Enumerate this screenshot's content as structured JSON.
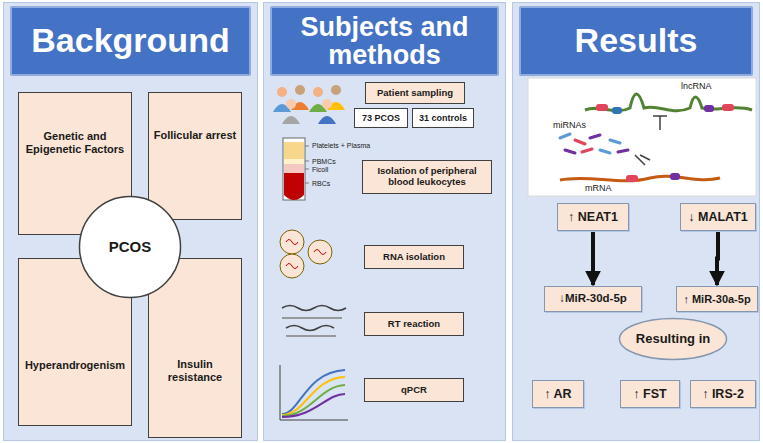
{
  "diagram": {
    "nodes": [
      {
        "text": [
          "Background"
        ]
      },
      {
        "text": [
          "Genetic and Epigenetic Factors"
        ],
        "in": 0
      },
      {
        "text": [
          "Follicular arrest"
        ],
        "in": 0
      },
      {
        "text": [
          "Hyperandrogenism"
        ],
        "in": 0
      },
      {
        "text": [
          "Insulin resistance"
        ],
        "in": 0
      },
      {
        "text": [
          "PCOS"
        ],
        "in": 0
      },
      {
        "text": [
          "Subjects and methods"
        ]
      },
      {
        "text": [
          "Patient sampling"
        ],
        "in": 6
      },
      {
        "text": [
          "73 PCOS"
        ],
        "in": 6
      },
      {
        "text": [
          "31 controls"
        ],
        "in": 6
      },
      {
        "text": [
          "Isolation of peripheral blood leukocytes"
        ],
        "in": 6
      },
      {
        "text": [
          "RNA isolation"
        ],
        "in": 6
      },
      {
        "text": [
          "RT reaction"
        ],
        "in": 6
      },
      {
        "text": [
          "qPCR"
        ],
        "in": 6
      },
      {
        "text": [
          "Results"
        ]
      },
      {
        "text": [
          "↑ NEAT1"
        ],
        "in": 14
      },
      {
        "text": [
          "↓ MALAT1"
        ],
        "in": 14
      },
      {
        "text": [
          "↓MiR-30d-5p"
        ],
        "in": 14
      },
      {
        "text": [
          "↑ MiR-30a-5p"
        ],
        "in": 14
      },
      {
        "text": [
          "Resulting in"
        ],
        "in": 14
      },
      {
        "text": [
          "↑ AR"
        ],
        "in": 14
      },
      {
        "text": [
          "↑ FST"
        ],
        "in": 14
      },
      {
        "text": [
          "↑ IRS-2"
        ],
        "in": 14
      }
    ],
    "edges": [
      {
        "from": 15,
        "to": 17,
        "arrow": "to"
      },
      {
        "from": 16,
        "to": 18,
        "arrow": "to"
      }
    ],
    "labels": [
      "Platelets + Plasma",
      "PBMCs",
      "Ficoll",
      "RBCs",
      "lncRNA",
      "miRNAs",
      "mRNA"
    ]
  }
}
